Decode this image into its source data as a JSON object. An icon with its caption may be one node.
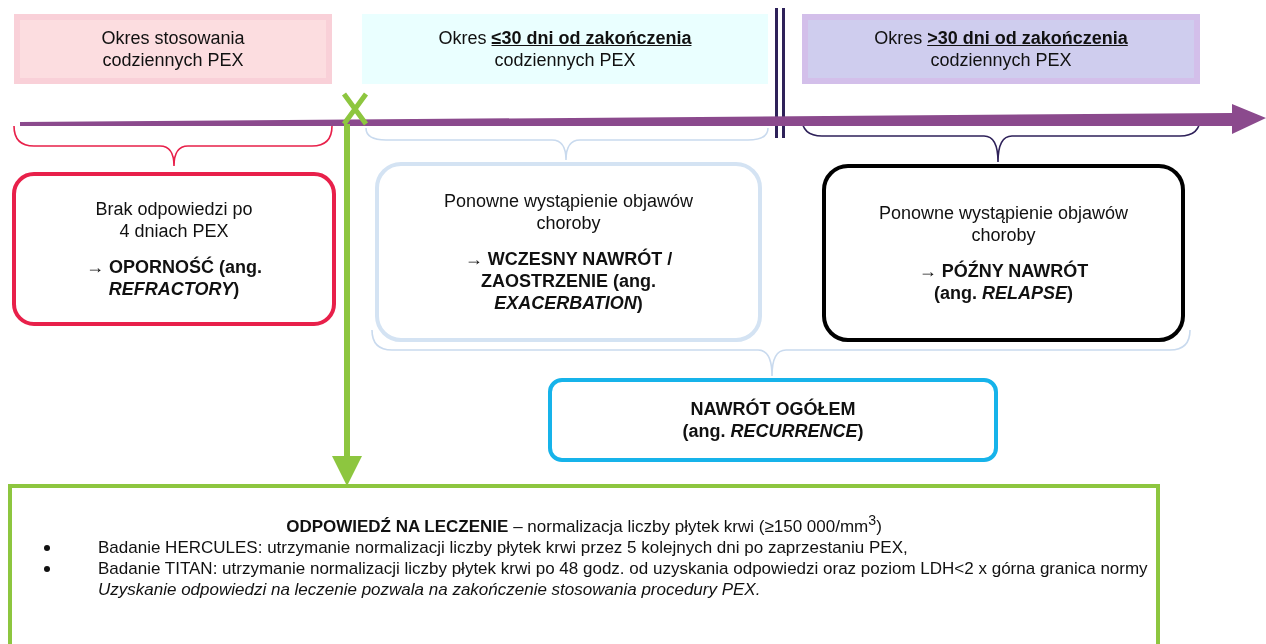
{
  "diagram": {
    "nodes": [
      {
        "text": [
          "Okres stosowania codziennych PEX"
        ]
      },
      {
        "text": [
          "Okres **≤30 dni od zakończenia** codziennych PEX"
        ]
      },
      {
        "text": [
          "Okres **>30 dni od zakończenia** codziennych PEX"
        ]
      },
      {
        "text": [],
        "shape": "arrow"
      },
      {
        "text": [
          "Brak odpowiedzi po 4 dniach PEX",
          "→ OPORNOŚĆ (ang. *REFRACTORY*)"
        ]
      },
      {
        "text": [
          "Ponowne wystąpienie objawów choroby",
          "→ WCZESNY NAWRÓT / ZAOSTRZENIE (ang. *EXACERBATION*)"
        ]
      },
      {
        "text": [
          "Ponowne wystąpienie objawów choroby",
          "→ PÓŹNY NAWRÓT (ang. *RELAPSE*)"
        ]
      },
      {
        "text": [
          "NAWRÓT OGÓŁEM (ang. *RECURRENCE*)"
        ]
      },
      {
        "text": [
          "**ODPOWIEDŹ NA LECZENIE** – normalizacja liczby płytek krwi (≥150 000/mm$^{3}$)",
          "Badanie HERCULES: utrzymanie normalizacji liczby płytek krwi przez 5 kolejnych dni po zaprzestaniu PEX,",
          "Badanie TITAN: utrzymanie normalizacji liczby płytek krwi po 48 godz. od uzyskania odpowiedzi oraz poziom LDH<2 x górna granica normy",
          "Uzyskanie odpowiedzi na leczenie pozwala na zakończenie stosowania procedury PEX."
        ]
      }
    ],
    "edges": [
      {
        "from": 3,
        "to": 8,
        "arrow": "to"
      }
    ]
  }
}
